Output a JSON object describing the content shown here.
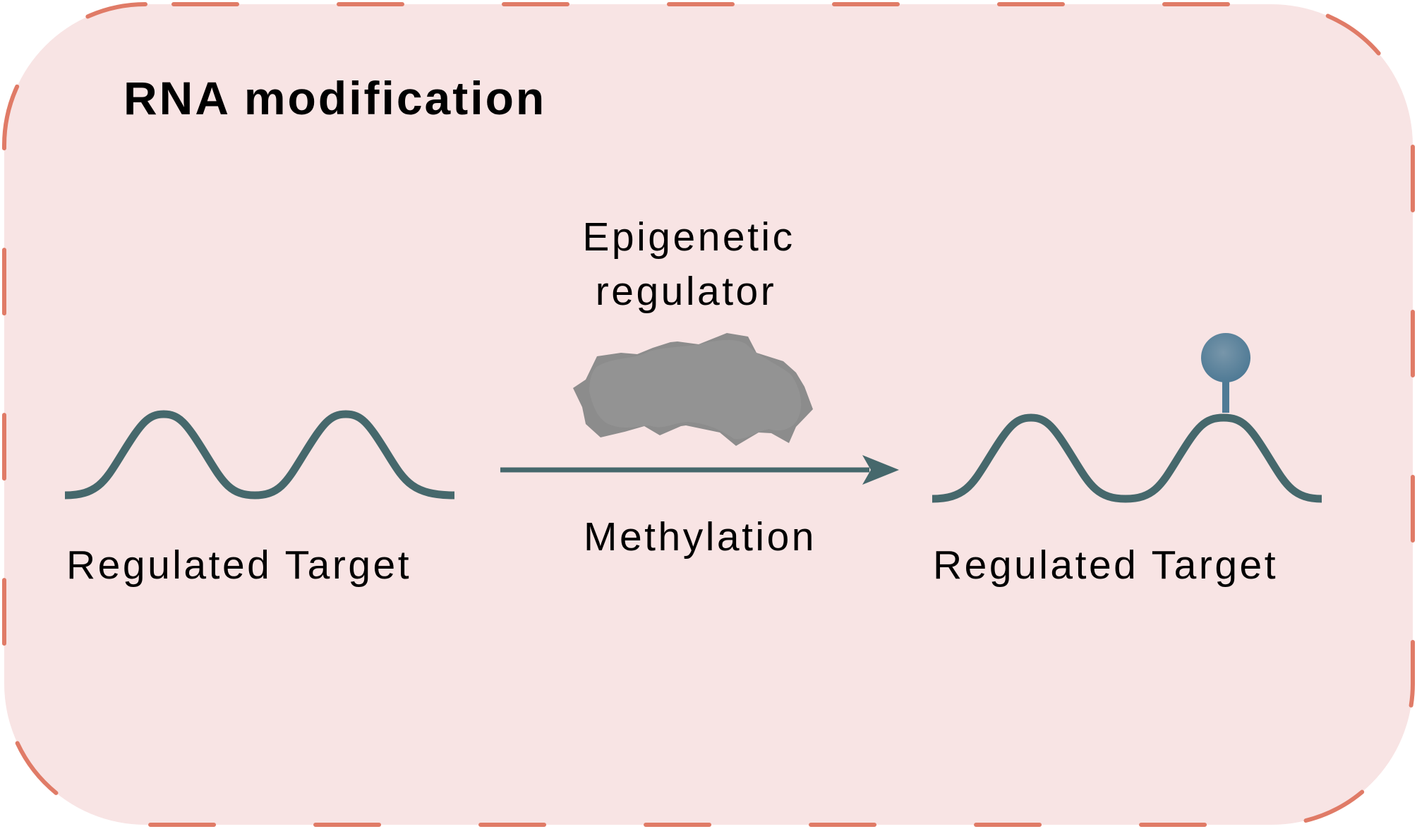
{
  "title": "RNA modification",
  "regulator": {
    "line1": "Epigenetic",
    "line2": "regulator",
    "icon": "protein-blob-icon"
  },
  "process_label": "Methylation",
  "left_target": {
    "label": "Regulated Target",
    "icon": "rna-strand-icon"
  },
  "right_target": {
    "label": "Regulated Target",
    "icon": "methylated-rna-strand-icon",
    "mark_icon": "methyl-group-icon"
  },
  "colors": {
    "panel_fill": "#F8E4E4",
    "border": "#E07B67",
    "strand": "#46686C",
    "methyl": "#5A829C",
    "protein": "#8E8E8E",
    "text": "#000000"
  }
}
